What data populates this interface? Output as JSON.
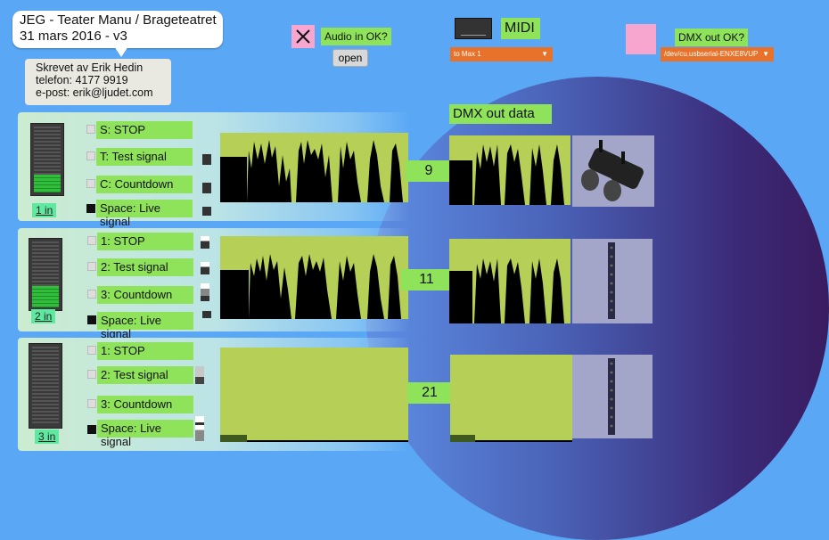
{
  "header": {
    "title_line1": "JEG - Teater Manu / Brageteatret",
    "title_line2": "31 mars 2016 - v3",
    "credits_line1": "Skrevet av Erik Hedin",
    "credits_line2": "telefon: 4177 9919",
    "credits_line3": "e-post: erik@ljudet.com"
  },
  "audio": {
    "status_icon": "close-icon",
    "label": "Audio in OK?",
    "open_label": "open"
  },
  "midi": {
    "label": "MIDI",
    "selected_device": "to Max 1"
  },
  "dmx": {
    "label": "DMX out OK?",
    "selected_port": "/dev/cu.usbserial-ENXE8VUP",
    "status_color": "#f7a6d0",
    "out_label": "DMX out data"
  },
  "channels": [
    {
      "input_label": "1 in",
      "meter_level": 0.22,
      "buttons": [
        "S: STOP",
        "T: Test signal",
        "C: Countdown",
        "Space: Live signal"
      ],
      "dmx_channel": "9",
      "fixture": "spotlight-pair"
    },
    {
      "input_label": "2 in",
      "meter_level": 0.28,
      "buttons": [
        "1: STOP",
        "2: Test signal",
        "3: Countdown",
        "Space: Live signal"
      ],
      "dmx_channel": "11",
      "fixture": "led-bar"
    },
    {
      "input_label": "3 in",
      "meter_level": 0.0,
      "buttons": [
        "1: STOP",
        "2: Test signal",
        "3: Countdown",
        "Space: Live signal"
      ],
      "dmx_channel": "21",
      "fixture": "led-bar"
    }
  ]
}
